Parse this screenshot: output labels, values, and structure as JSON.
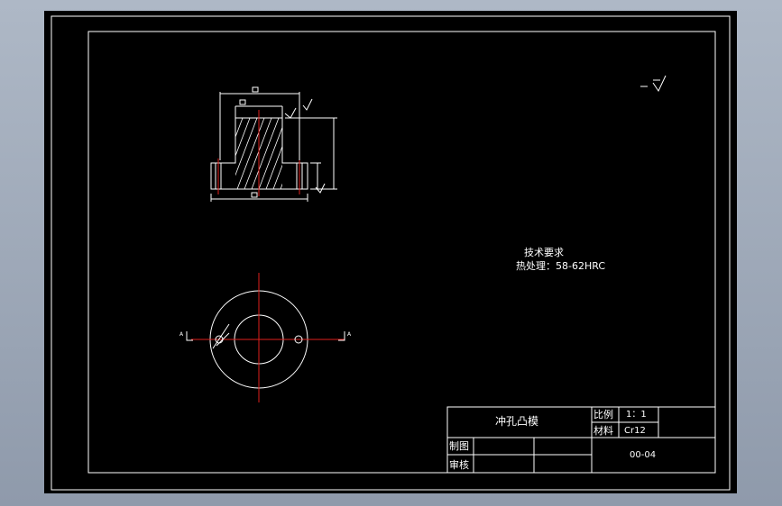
{
  "colors": {
    "paper": "#000000",
    "line": "#ffffff",
    "centerline": "#e0201c",
    "background": "#9aa5b5"
  },
  "notes": {
    "heading": "技术要求",
    "line1": "热处理：58-62HRC"
  },
  "title_block": {
    "part_name": "冲孔凸模",
    "scale_label": "比例",
    "scale_value": "1：1",
    "material_label": "材料",
    "material_value": "Cr12",
    "drawing_number": "00-04",
    "drawn_label": "制图",
    "checked_label": "审核"
  },
  "section_markers": {
    "left": "A",
    "right": "A"
  }
}
